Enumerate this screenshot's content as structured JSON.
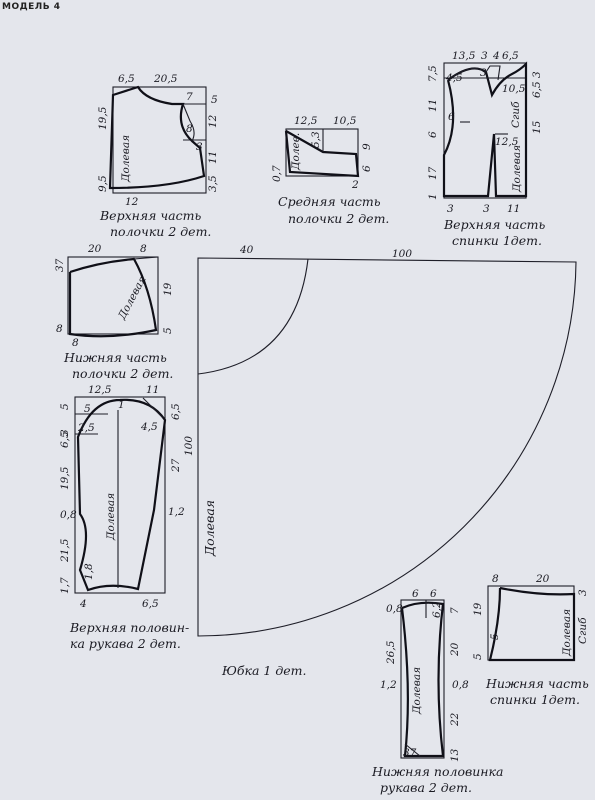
{
  "header": {
    "label": "МОДЕЛЬ 4"
  },
  "patterns": {
    "upper_front": {
      "caption": [
        "Верхняя часть",
        "полочки 2 дет."
      ],
      "grain": "Долевая",
      "dims": [
        "6,5",
        "20,5",
        "19,5",
        "7",
        "5",
        "8",
        "12",
        "11",
        "3",
        "9,5",
        "3,5",
        "12"
      ]
    },
    "middle_front": {
      "caption": [
        "Средняя часть",
        "полочки 2 дет."
      ],
      "grain": "Долев.",
      "dims": [
        "12,5",
        "10,5",
        "5,3",
        "0,7",
        "9",
        "6",
        "2"
      ]
    },
    "upper_back": {
      "caption": [
        "Верхняя часть",
        "спинки 1дет."
      ],
      "grain": "Долевая",
      "fold": "Сгиб",
      "dims": [
        "13,5",
        "3",
        "4",
        "6,5",
        "7,5",
        "4,5",
        "3",
        "10,5",
        "6,5",
        "3",
        "11",
        "6",
        "15",
        "12,5",
        "6",
        "17",
        "1",
        "3",
        "3",
        "11"
      ]
    },
    "lower_front": {
      "caption": [
        "Нижняя часть",
        "полочки 2 дет."
      ],
      "grain": "Долевая",
      "dims": [
        "20",
        "8",
        "37",
        "19",
        "8",
        "5",
        "8"
      ]
    },
    "upper_sleeve": {
      "caption": [
        "Верхняя половин-",
        "ка рукава 2 дет."
      ],
      "grain": "Долевая",
      "dims": [
        "12,5",
        "11",
        "5",
        "5",
        "1",
        "6,5",
        "3",
        "6,5",
        "2,5",
        "4,5",
        "19,5",
        "27",
        "0,8",
        "1,2",
        "21,5",
        "1,8",
        "1,7",
        "4",
        "6,5"
      ]
    },
    "skirt": {
      "caption": "Юбка 1 дет.",
      "grain": "Долевая",
      "dims": [
        "40",
        "100",
        "100"
      ]
    },
    "lower_sleeve": {
      "caption": [
        "Нижняя половинка",
        "рукава 2 дет."
      ],
      "grain": "Долевая",
      "dims": [
        "6",
        "6",
        "0,8",
        "6,2",
        "7",
        "26,5",
        "20",
        "1,2",
        "0,8",
        "22",
        "37",
        "13"
      ]
    },
    "lower_back": {
      "caption": [
        "Нижняя часть",
        "спинки 1дет."
      ],
      "grain": "Долевая",
      "fold": "Сгиб",
      "dims": [
        "8",
        "20",
        "3",
        "19",
        "5",
        "5"
      ]
    }
  }
}
